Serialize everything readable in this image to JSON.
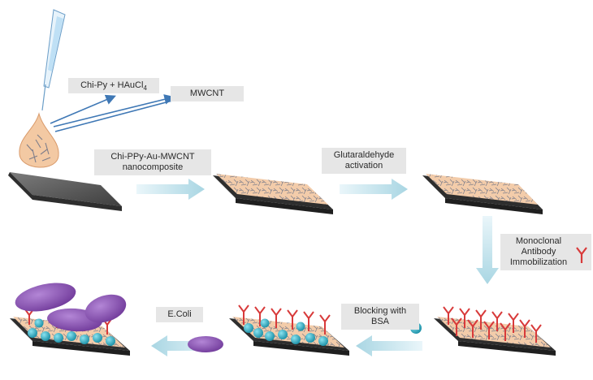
{
  "labels": {
    "chi_py": {
      "prefix": "Chi-Py + HAuCl",
      "subscript": "4"
    },
    "mwcnt": "MWCNT",
    "nanocomposite": [
      "Chi-PPy-Au-MWCNT",
      "nanocomposite"
    ],
    "glutaraldehyde": [
      "Glutaraldehyde",
      "activation"
    ],
    "antibody": [
      "Monoclonal",
      "Antibody",
      "Immobilization"
    ],
    "blocking": [
      "Blocking with",
      "BSA"
    ],
    "ecoli": "E.Coli"
  },
  "colors": {
    "electrode": "#5a5a5a",
    "electrode_edge": "#2e2e2e",
    "film": "#f3ccaa",
    "film_fibers": "#7e7e8a",
    "arrow": "#c8e6ee",
    "line_arrow": "#3f78b5",
    "antibody": "#d83a3a",
    "bsa": "#1ea6bd",
    "ecoli": "#8a4fb0",
    "label_bg": "#e6e6e6"
  },
  "icons": [
    "pipette-icon",
    "droplet-icon",
    "antibody-icon",
    "bsa-bead-icon",
    "ecoli-cell-icon"
  ]
}
